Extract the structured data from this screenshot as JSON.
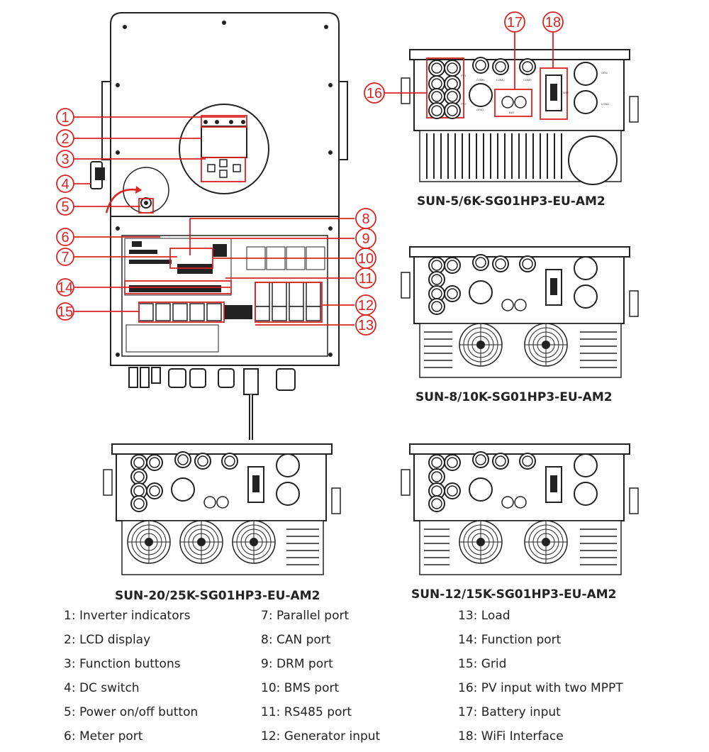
{
  "captions": {
    "sun5_6k": "SUN-5/6K-SG01HP3-EU-AM2",
    "sun8_10k": "SUN-8/10K-SG01HP3-EU-AM2",
    "sun20_25k": "SUN-20/25K-SG01HP3-EU-AM2",
    "sun12_15k": "SUN-12/15K-SG01HP3-EU-AM2"
  },
  "panel_labels": {
    "pv1": "PV1",
    "pv2": "PV2",
    "com1": "COM1",
    "com2": "COM2",
    "com3": "COM3",
    "gen": "GEN",
    "load": "LOAD",
    "grid": "GRID",
    "bat": "BAT",
    "wifi": "WIFI"
  },
  "callouts": [
    "1",
    "2",
    "3",
    "4",
    "5",
    "6",
    "7",
    "8",
    "9",
    "10",
    "11",
    "12",
    "13",
    "14",
    "15",
    "16",
    "17",
    "18"
  ],
  "legend": {
    "col1": [
      "1: Inverter indicators",
      "2: LCD display",
      "3: Function buttons",
      "4: DC switch",
      "5: Power on/off button",
      "6: Meter port"
    ],
    "col2": [
      "7: Parallel port",
      "8: CAN port",
      "9: DRM port",
      "10: BMS port",
      "11: RS485 port",
      "12: Generator input"
    ],
    "col3": [
      "13: Load",
      "14: Function port",
      "15: Grid",
      "16: PV input with two MPPT",
      "17: Battery input",
      "18: WiFi Interface"
    ]
  },
  "colors": {
    "callout": "#dd2222",
    "line": "#222222"
  }
}
